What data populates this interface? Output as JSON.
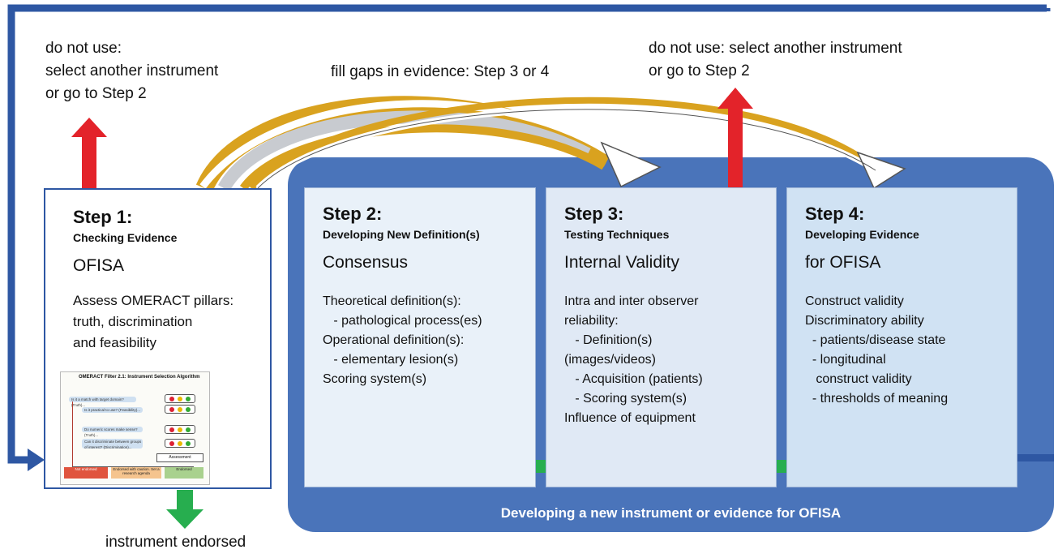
{
  "top_left_note": [
    "do not use:",
    "select another instrument",
    "or go to Step 2"
  ],
  "top_right_note": [
    "do not use: select another instrument",
    "or go to Step 2"
  ],
  "gap_note": "fill gaps in evidence: Step 3  or 4",
  "bottom_note": "instrument endorsed",
  "band_caption": "Developing a new instrument or evidence for OFISA",
  "steps": [
    {
      "title": "Step 1:",
      "subtitle": "Checking Evidence",
      "heading": "OFISA",
      "lines": [
        "Assess OMERACT pillars:",
        "truth, discrimination",
        "and feasibility"
      ]
    },
    {
      "title": "Step 2:",
      "subtitle": "Developing New Definition(s)",
      "heading": "Consensus",
      "lines": [
        "Theoretical definition(s):",
        "   - pathological process(es)",
        "Operational definition(s):",
        "   - elementary lesion(s)",
        "Scoring system(s)"
      ]
    },
    {
      "title": "Step 3:",
      "subtitle": "Testing Techniques",
      "heading": "Internal Validity",
      "lines": [
        "Intra and inter observer",
        "reliability:",
        "   - Definition(s)",
        "(images/videos)",
        "   - Acquisition (patients)",
        "   - Scoring system(s)",
        "Influence of equipment"
      ]
    },
    {
      "title": "Step 4:",
      "subtitle": "Developing  Evidence",
      "heading": "for OFISA",
      "lines": [
        "Construct validity",
        "Discriminatory ability",
        "  - patients/disease state",
        "  - longitudinal",
        "   construct validity",
        "  - thresholds of meaning"
      ]
    }
  ],
  "algorithm_image": {
    "title": "OMERACT Filter 2.1: Instrument Selection Algorithm",
    "questions": [
      "Is it a match with target domain? (Truth)...",
      "Is it practical to use? (Feasibility)...",
      "Do numeric scores make sense? (Truth)...",
      "Can it discriminate between groups of interest? (Discrimination)..."
    ],
    "assessment": "Assessment",
    "outcomes": [
      "Not endorsed",
      "Endorsed with caution. Set a research agenda",
      "Endorsed"
    ]
  },
  "colors": {
    "frame_blue": "#2e57a3",
    "band_blue": "#4a74ba",
    "red_arrow": "#e3232a",
    "green_arrow": "#27ae4f",
    "gold": "#d9a21f",
    "grey": "#c8cbd0",
    "panel_light_blue": "#e9f1f9",
    "panel_blue": "#d0e2f3"
  }
}
